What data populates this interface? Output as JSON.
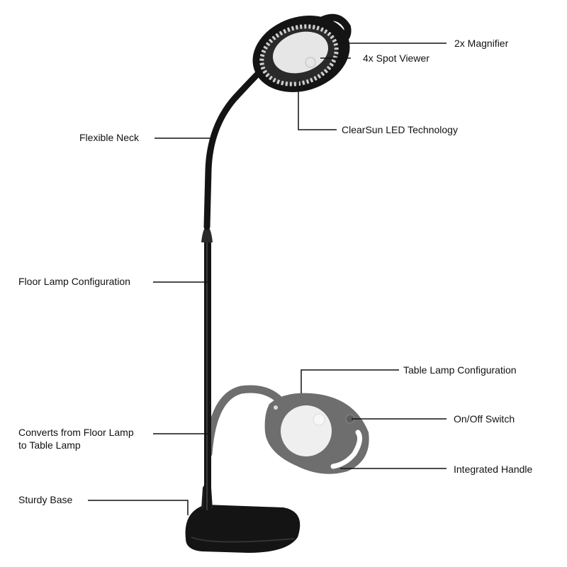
{
  "diagram": {
    "subject": "Magnifier lamp with floor and table configurations",
    "colors": {
      "background": "#ffffff",
      "lamp_black": "#141414",
      "table_head_gray": "#6e6e6e",
      "lens": "#eeeeee",
      "leader_line": "#111111",
      "text": "#111111"
    }
  },
  "labels": {
    "magnifier_2x": "2x Magnifier",
    "spot_viewer_4x": "4x Spot Viewer",
    "clearsun_led": "ClearSun LED Technology",
    "flexible_neck": "Flexible Neck",
    "floor_lamp_config": "Floor Lamp Configuration",
    "table_lamp_config": "Table Lamp Configuration",
    "on_off_switch": "On/Off Switch",
    "converts_line1": "Converts from Floor Lamp",
    "converts_line2": "to Table Lamp",
    "integrated_handle": "Integrated Handle",
    "sturdy_base": "Sturdy Base"
  }
}
